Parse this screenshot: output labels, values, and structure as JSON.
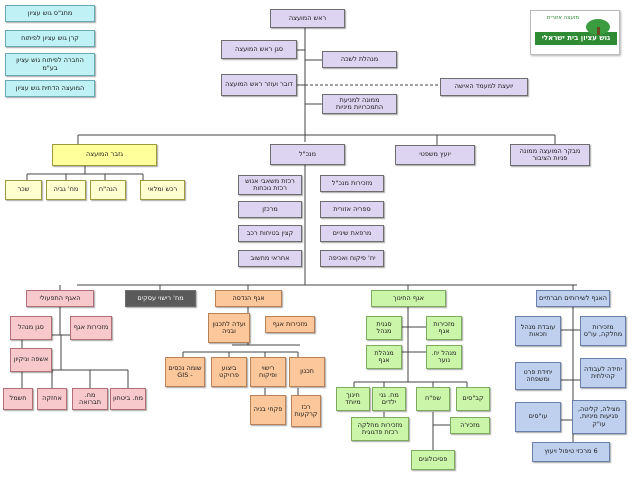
{
  "top_left": [
    "מתנ\"ס גוש עציון",
    "קרן גוש עציון לפיתוח",
    "החברה לפיתוח גוש עציון בע\"מ",
    "המועצה הדתית גוש עציון"
  ],
  "logo": {
    "line1": "מועצה אזורית",
    "line2": "גוש עציון בית ישראלי"
  },
  "top": {
    "head": "ראש המועצה",
    "deputy": "סגן ראש המועצה",
    "office_manager": "מנהלת לשכה",
    "spokesman": "דובר ועוזר ראש המועצה",
    "women_advisor": "יועצת למעמד האישה",
    "addiction": "ממונה למניעת התמכרויות מיניות"
  },
  "second": {
    "treasurer": "גזבר המועצה",
    "ceo": "מנכ\"ל",
    "legal": "יועץ משפטי",
    "auditor": "מבקר המועצה ממונה פניות הציבור"
  },
  "treasury_units": [
    "רכש ומלאי",
    "הנה\"ח",
    "מח' גביה",
    "שכר"
  ],
  "ceo_units": [
    "מזכירות מנכ\"ל",
    "רכזת משאבי אנוש רכזת נוכחות",
    "ספריה אזורית",
    "מרכזן",
    "מרפאת שיניים",
    "קצין בטיחות רכב",
    "יח' פיקוח ואכיפה",
    "אחראי מחשוב"
  ],
  "departments": {
    "operations": "האגף התפעולי",
    "business": "מח' רישוי עסקים",
    "engineering": "אגף הנדסה",
    "education": "אגף החינוך",
    "social": "האגף לשירותים חברתיים"
  },
  "ops_units": [
    "מזכירות אגף",
    "סגן מנהל",
    "אשפה וניקיון",
    "מח. ביטחון",
    "מח. תברואה",
    "אחזקה",
    "חשמל"
  ],
  "eng_units": [
    "מזכירות אגף",
    "ועדה לתכנון ובניה",
    "תכנון",
    "רישוי ופיקוח",
    "ביצוע פרויקט",
    "שומה נכסים - GIS",
    "פקחי בניה",
    "רכז קרקעות"
  ],
  "edu_units": [
    "מזכירות אגף",
    "סגנית מנהל",
    "מנהלת אגף",
    "מנהל יח. נוער",
    "קב\"סים",
    "שפ\"ח",
    "מח. גני ילדים",
    "חינוך מיוחד",
    "מזכירות מחלקה רכזת פדגוגית",
    "מזכירה",
    "פסיכולוגים"
  ],
  "soc_units": [
    "מזכירות מחלקה, עו\"ס",
    "עובדת מנהל וזכאות",
    "יחידה לעבודה קהילתית",
    "יחידת פרט ומשפחה",
    "מצילה, קליטה, פגיעות מיניות, עו\"ק",
    "עו\"סים",
    "6 מרכזי טיפול ויעוץ"
  ]
}
